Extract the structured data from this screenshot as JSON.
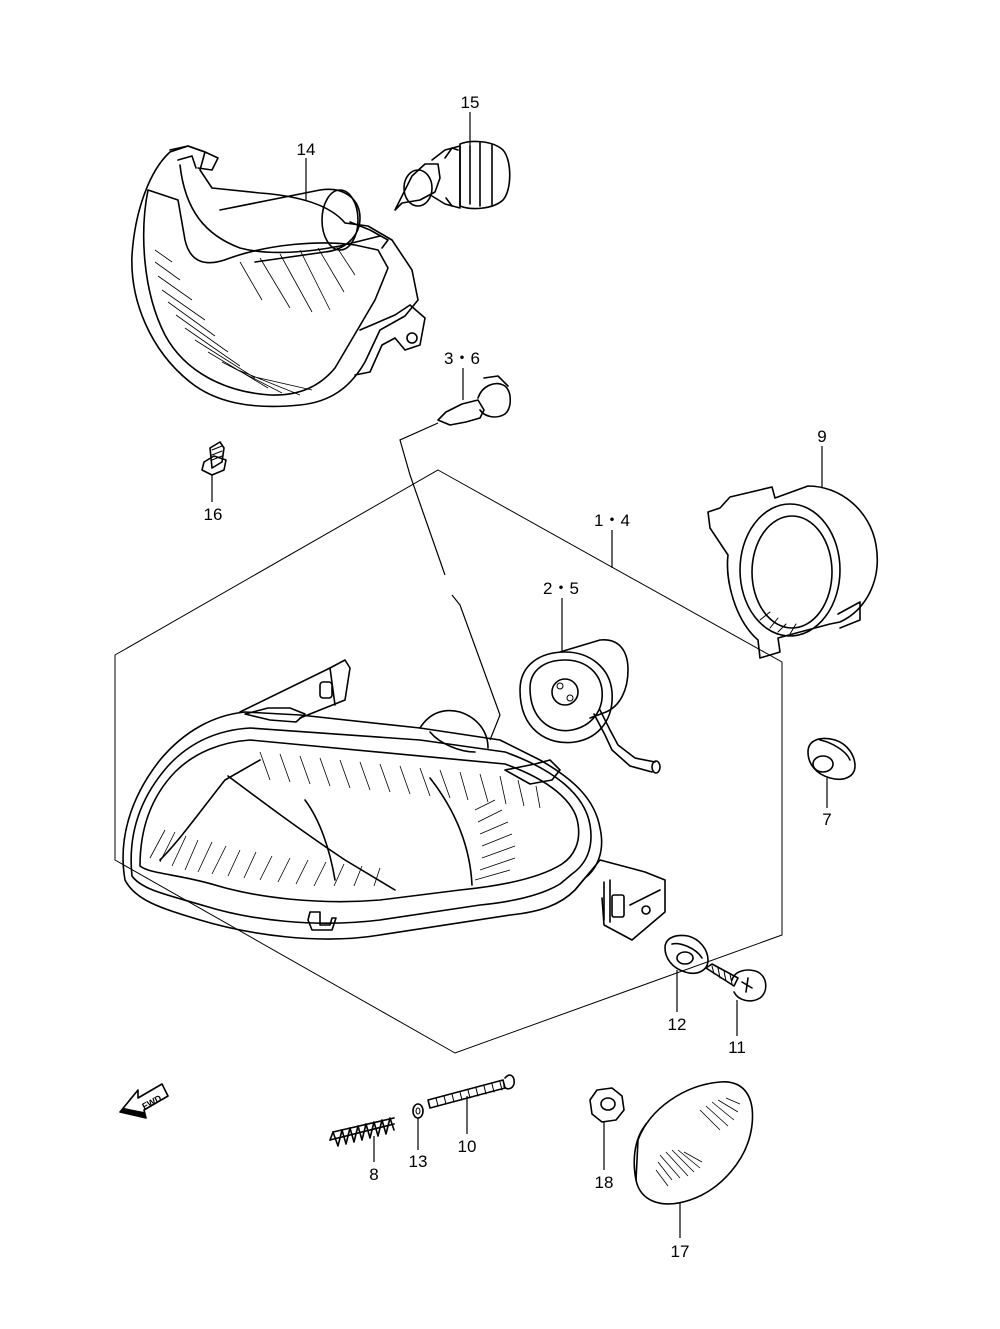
{
  "diagram": {
    "callouts": [
      {
        "id": "15",
        "label": "15"
      },
      {
        "id": "14",
        "label": "14"
      },
      {
        "id": "3-6",
        "label": "3・6"
      },
      {
        "id": "9",
        "label": "9"
      },
      {
        "id": "16",
        "label": "16"
      },
      {
        "id": "1-4",
        "label": "1・4"
      },
      {
        "id": "2-5",
        "label": "2・5"
      },
      {
        "id": "7",
        "label": "7"
      },
      {
        "id": "12",
        "label": "12"
      },
      {
        "id": "11",
        "label": "11"
      },
      {
        "id": "10",
        "label": "10"
      },
      {
        "id": "13",
        "label": "13"
      },
      {
        "id": "8",
        "label": "8"
      },
      {
        "id": "18",
        "label": "18"
      },
      {
        "id": "17",
        "label": "17"
      }
    ],
    "direction_marker": {
      "label": "FWD",
      "icon": "fwd-arrow-icon"
    }
  }
}
